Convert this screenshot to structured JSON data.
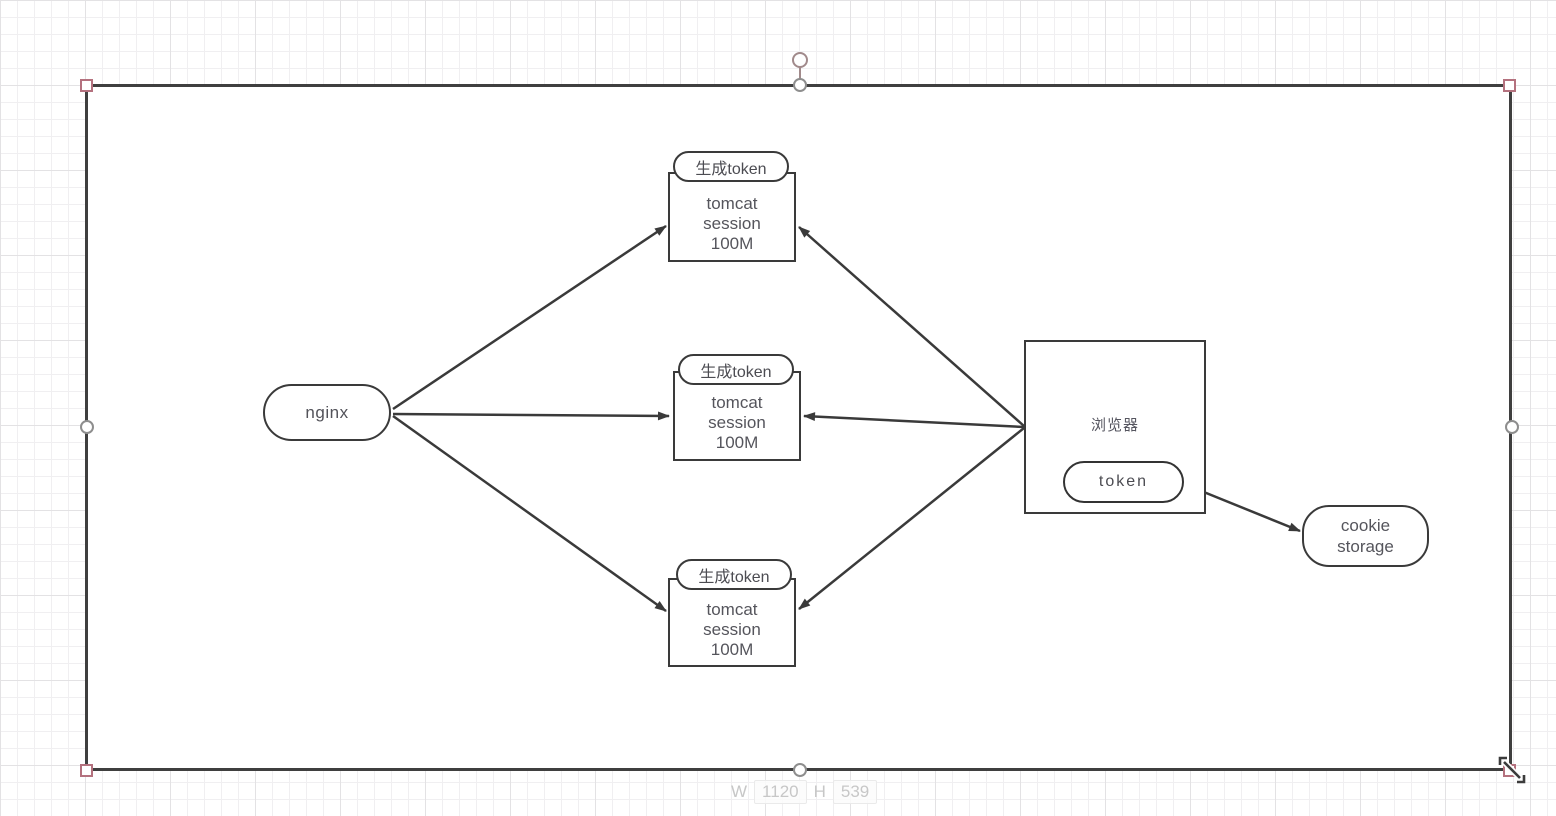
{
  "colors": {
    "shape_stroke": "#3a3a3a",
    "selection_stroke": "#3f3f3f",
    "corner_handle_accent": "#b4717e",
    "edge_handle_stroke": "#8e8e8e",
    "grid_line": "#f0eff1",
    "size_text": "#c7c7c7"
  },
  "nodes": {
    "nginx": {
      "label": "nginx"
    },
    "tomcats": [
      {
        "tag": "生成token",
        "lines": [
          "tomcat",
          "session",
          "100M"
        ]
      },
      {
        "tag": "生成token",
        "lines": [
          "tomcat",
          "session",
          "100M"
        ]
      },
      {
        "tag": "生成token",
        "lines": [
          "tomcat",
          "session",
          "100M"
        ]
      }
    ],
    "browser": {
      "label": "浏览器",
      "token_label": "token"
    },
    "cookie_storage": {
      "lines": [
        "cookie",
        "storage"
      ]
    }
  },
  "connectors": [
    {
      "from": "nginx",
      "to": "tomcat-1"
    },
    {
      "from": "nginx",
      "to": "tomcat-2"
    },
    {
      "from": "nginx",
      "to": "tomcat-3"
    },
    {
      "from": "browser",
      "to": "tomcat-1"
    },
    {
      "from": "browser",
      "to": "tomcat-2"
    },
    {
      "from": "browser",
      "to": "tomcat-3"
    },
    {
      "from": "token",
      "to": "cookie-storage"
    }
  ],
  "selection": {
    "size_indicator": {
      "w_label": "W",
      "w_value": "1120",
      "h_label": "H",
      "h_value": "539"
    }
  }
}
